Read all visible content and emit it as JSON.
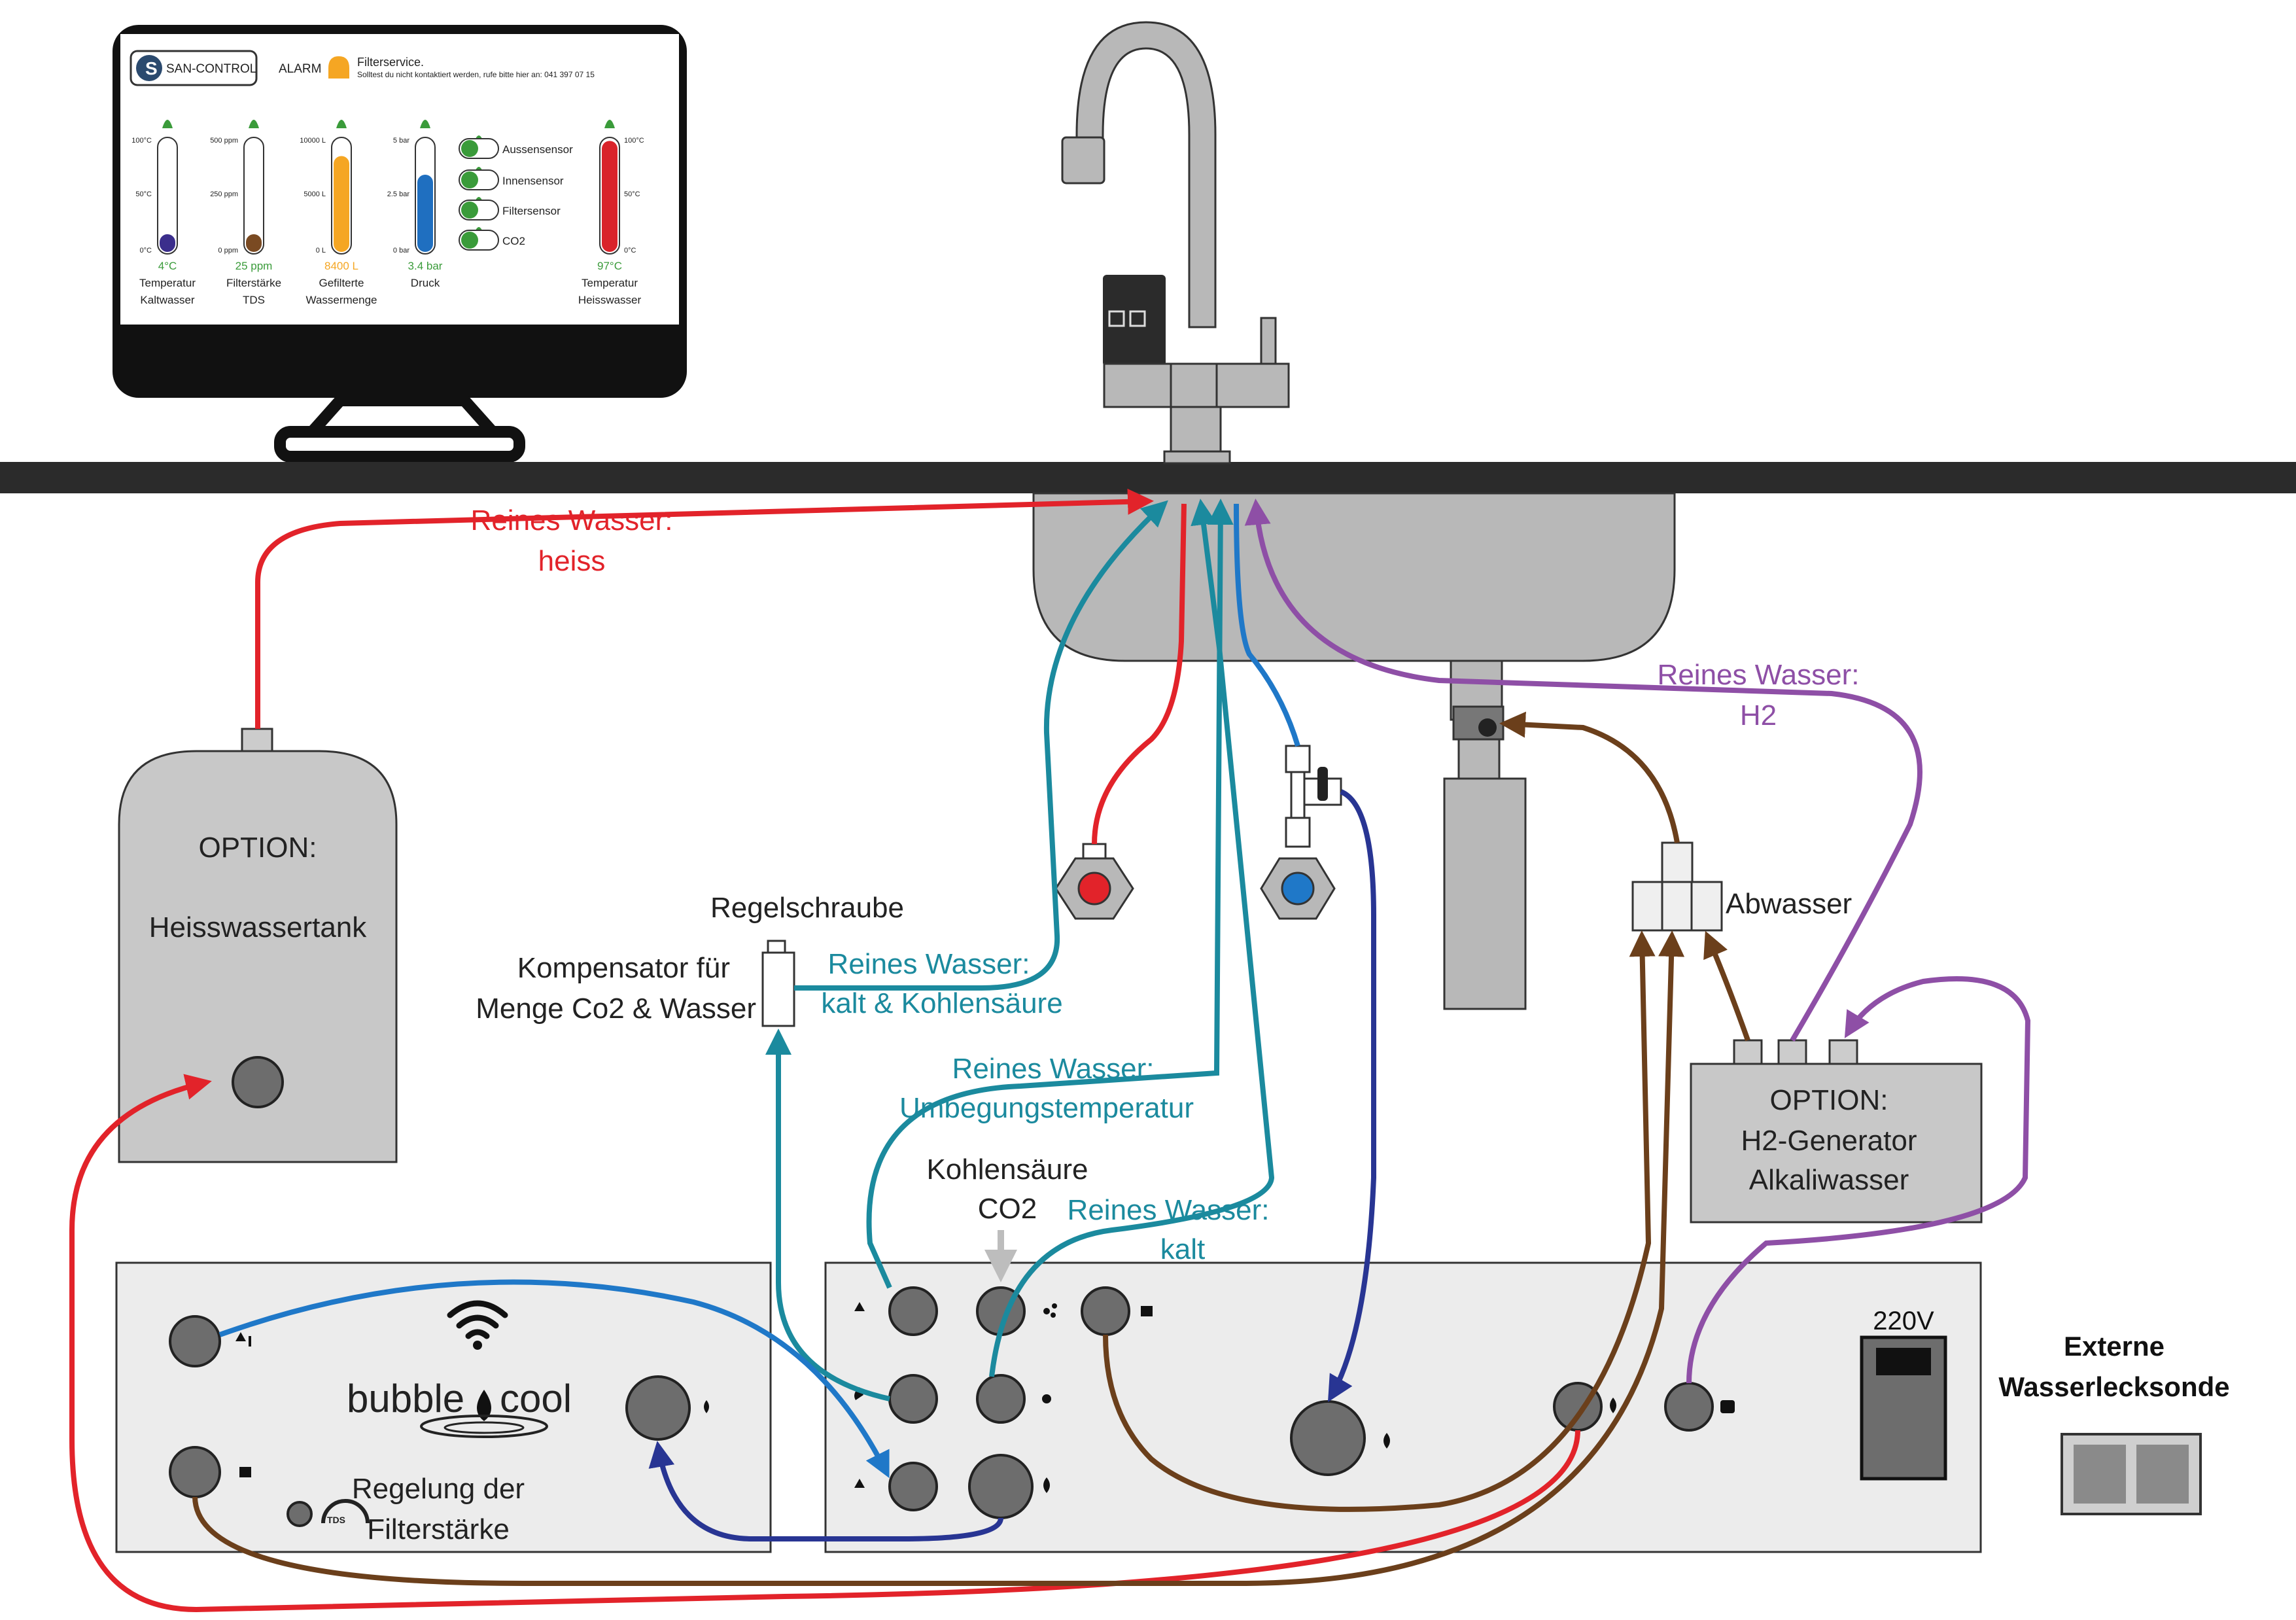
{
  "monitor": {
    "logo_text": "SAN-CONTROL",
    "alarm_label": "ALARM",
    "alarm_title": "Filterservice.",
    "alarm_message": "Solltest du nicht kontaktiert werden, rufe bitte hier an: 041 397 07 15",
    "gauges": [
      {
        "ticks": [
          "100°C",
          "50°C",
          "0°C"
        ],
        "value": "4°C",
        "label1": "Temperatur",
        "label2": "Kaltwasser",
        "fill_fraction": 0.04,
        "color": "#3b2e8c",
        "value_color": "#3a9b3a"
      },
      {
        "ticks": [
          "500 ppm",
          "250 ppm",
          "0 ppm"
        ],
        "value": "25 ppm",
        "label1": "Filterstärke",
        "label2": "TDS",
        "fill_fraction": 0.05,
        "color": "#7a4a22",
        "value_color": "#3a9b3a"
      },
      {
        "ticks": [
          "10000 L",
          "5000 L",
          "0 L"
        ],
        "value": "8400 L",
        "label1": "Gefilterte",
        "label2": "Wassermenge",
        "fill_fraction": 0.84,
        "color": "#f5a623",
        "value_color": "#f5a623"
      },
      {
        "ticks": [
          "5 bar",
          "2.5 bar",
          "0 bar"
        ],
        "value": "3.4 bar",
        "label1": "Druck",
        "label2": "",
        "fill_fraction": 0.68,
        "color": "#1f6fc0",
        "value_color": "#3a9b3a"
      },
      {
        "ticks": [
          "100°C",
          "50°C",
          "0°C"
        ],
        "value": "97°C",
        "label1": "Temperatur",
        "label2": "Heisswasser",
        "fill_fraction": 0.97,
        "color": "#d9232a",
        "value_color": "#3a9b3a"
      }
    ],
    "sensors": [
      "Aussensensor",
      "Innensensor",
      "Filtersensor",
      "CO2"
    ]
  },
  "labels": {
    "hot_water_1": "Reines Wasser:",
    "hot_water_2": "heiss",
    "h2_water_1": "Reines Wasser:",
    "h2_water_2": "H2",
    "tank_option": "OPTION:",
    "tank_name": "Heisswassertank",
    "regelschraube": "Regelschraube",
    "kompensator_1": "Kompensator für",
    "kompensator_2": "Menge Co2 & Wasser",
    "co2_water_1": "Reines Wasser:",
    "co2_water_2": "kalt & Kohlensäure",
    "ambient_water_1": "Reines Wasser:",
    "ambient_water_2": "Umbegungstemperatur",
    "co2_1": "Kohlensäure",
    "co2_2": "CO2",
    "cold_water_1": "Reines Wasser:",
    "cold_water_2": "kalt",
    "abwasser": "Abwasser",
    "h2_option": "OPTION:",
    "h2_name_1": "H2-Generator",
    "h2_name_2": "Alkaliwasser",
    "brand_left": "bubble",
    "brand_right": "cool",
    "filter_reg_1": "Regelung der",
    "filter_reg_2": "Filterstärke",
    "tds_badge": "TDS",
    "voltage": "220V",
    "leak_1": "Externe",
    "leak_2": "Wasserlecksonde"
  },
  "colors": {
    "hot": "#e2232a",
    "teal": "#1b8a9e",
    "blue": "#1f78c8",
    "navy": "#283593",
    "purple": "#8e4fa6",
    "brown": "#6b3f1b",
    "panel": "#ececec",
    "port": "#6d6d6d",
    "metal": "#b8b8b8",
    "counter": "#2b2b2b"
  }
}
